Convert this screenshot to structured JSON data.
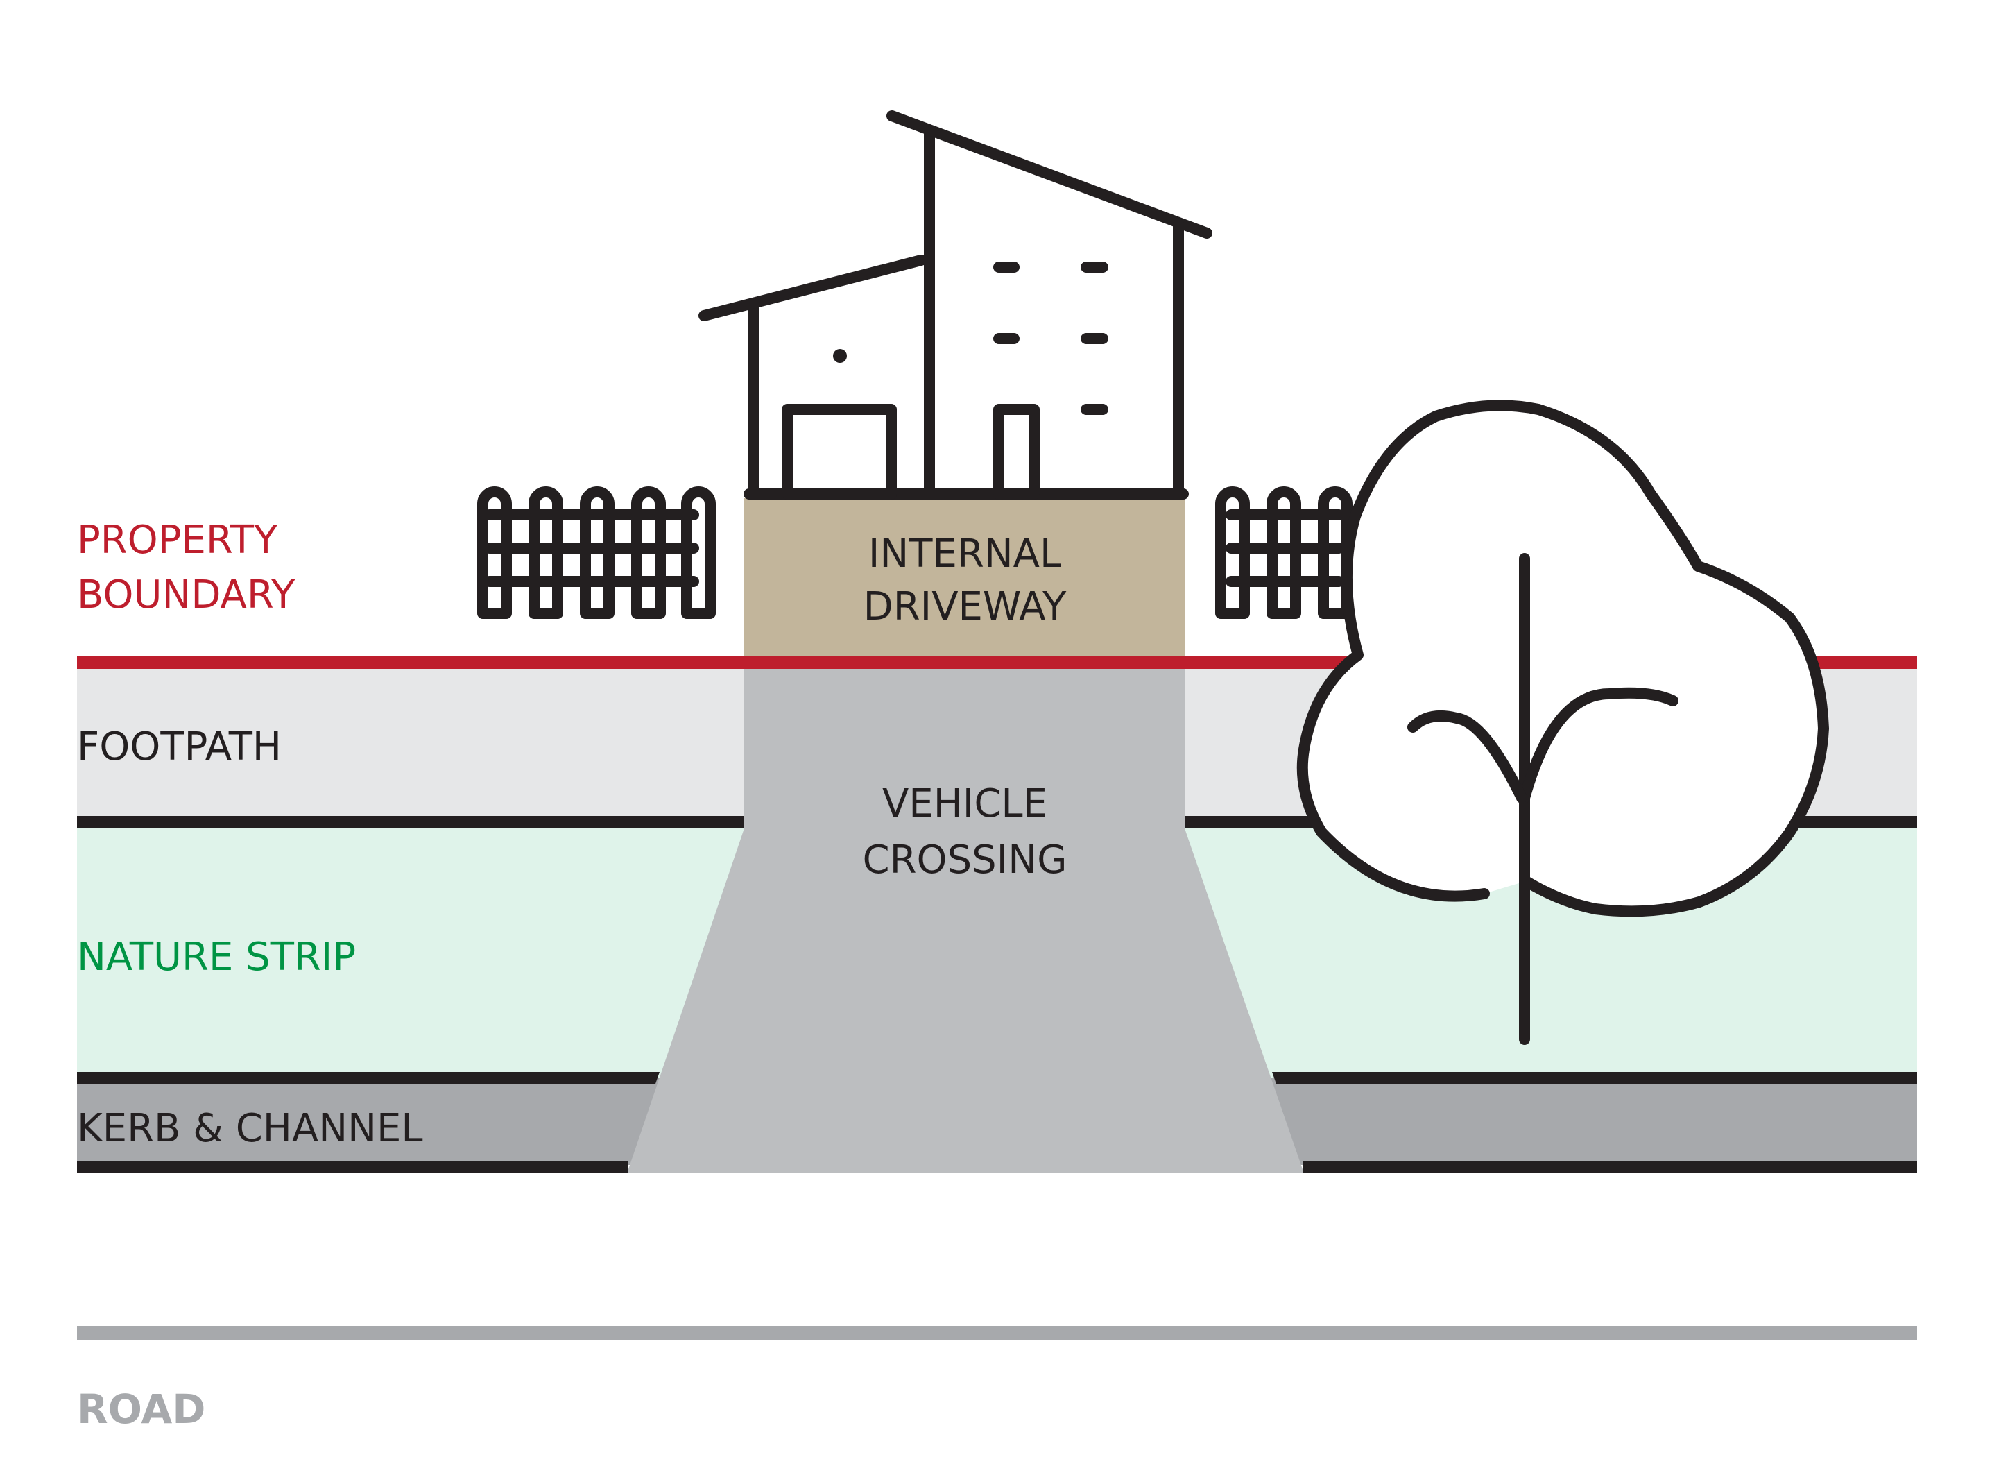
{
  "labels": {
    "property_boundary_line1": "PROPERTY",
    "property_boundary_line2": "BOUNDARY",
    "footpath": "FOOTPATH",
    "nature_strip": "NATURE STRIP",
    "kerb_channel": "KERB & CHANNEL",
    "road": "ROAD",
    "internal_driveway_line1": "INTERNAL",
    "internal_driveway_line2": "DRIVEWAY",
    "vehicle_crossing_line1": "VEHICLE",
    "vehicle_crossing_line2": "CROSSING"
  },
  "colors": {
    "property_boundary": "#be1e2d",
    "footpath": "#e6e7e8",
    "nature_strip": "#dff3ea",
    "nature_label": "#009444",
    "kerb_channel": "#a7a9ac",
    "road_label": "#a7a9ac",
    "internal_driveway": "#c2b59b",
    "vehicle_crossing": "#bcbec0",
    "outline": "#231f20"
  },
  "icons": [
    "house-icon",
    "fence-left-icon",
    "fence-right-icon",
    "tree-icon"
  ]
}
